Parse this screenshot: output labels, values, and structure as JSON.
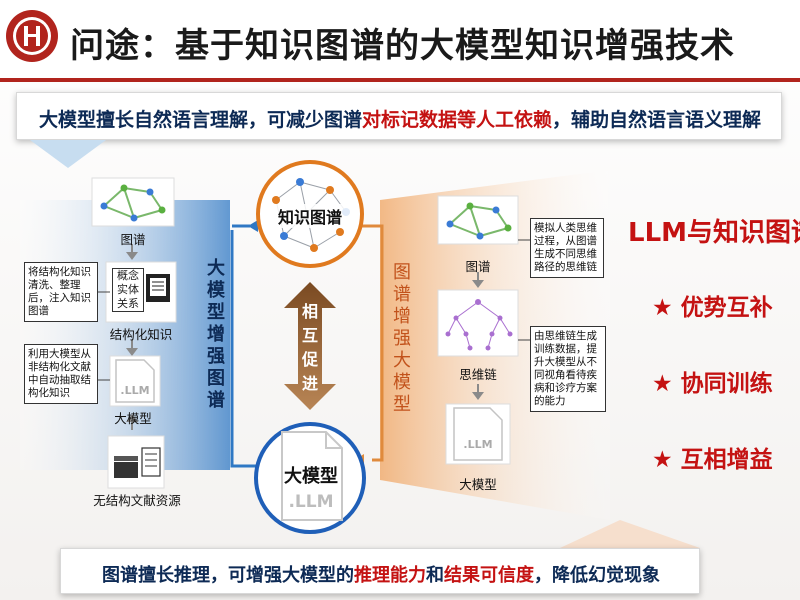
{
  "header": {
    "title": "问途：基于知识图谱的大模型知识增强技术"
  },
  "top_banner": {
    "segments": [
      {
        "text": "大模型擅长自然语言理解，可减少图谱",
        "color": "dark"
      },
      {
        "text": "对标记数据等人工依赖",
        "color": "red"
      },
      {
        "text": "，辅助自然语言语义理解",
        "color": "dark"
      }
    ]
  },
  "left_panel": {
    "node_graph_label": "图谱",
    "node_structured_label": "结构化知识",
    "node_structured_box": [
      "概念",
      "实体",
      "关系"
    ],
    "node_llm_label": "大模型",
    "node_llm_icon": ".LLM",
    "node_docs_label": "无结构文献资源",
    "note_1": "将结构化知识清洗、整理后，注入知识图谱",
    "note_2": "利用大模型从非结构化文献中自动抽取结构化知识",
    "vertical_label": [
      "大",
      "模",
      "型",
      "增",
      "强",
      "图",
      "谱"
    ]
  },
  "center": {
    "top_circle_label": "知识图谱",
    "bottom_circle_label": "大模型",
    "bottom_circle_icon": ".LLM",
    "mutual_label": [
      "相",
      "互",
      "促",
      "进"
    ]
  },
  "right_panel": {
    "vertical_label": [
      "图",
      "谱",
      "增",
      "强",
      "大",
      "模",
      "型"
    ],
    "node_graph_label": "图谱",
    "node_mindmap_label": "思维链",
    "node_llm_label": "大模型",
    "node_llm_icon": ".LLM",
    "note_1": "模拟人类思维过程，从图谱生成不同思维路径的思维链",
    "note_2": "由思维链生成训练数据，提升大模型从不同视角看待疾病和诊疗方案的能力"
  },
  "summary": {
    "title": "LLM与知识图谱",
    "items": [
      "★ 优势互补",
      "★ 协同训练",
      "★ 互相增益"
    ]
  },
  "bottom_banner": {
    "segments": [
      {
        "text": "图谱擅长推理，可增强大模型的",
        "color": "dark"
      },
      {
        "text": "推理能力",
        "color": "red"
      },
      {
        "text": "和",
        "color": "dark"
      },
      {
        "text": "结果可信度",
        "color": "red"
      },
      {
        "text": "，降低幻觉现象",
        "color": "dark"
      }
    ]
  },
  "colors": {
    "accent_red": "#c41212",
    "dark_blue": "#0d2a55",
    "panel_blue": "#2f78c4",
    "panel_orange": "#f0b27a",
    "mutual_arrow": "#9c6b3f"
  }
}
